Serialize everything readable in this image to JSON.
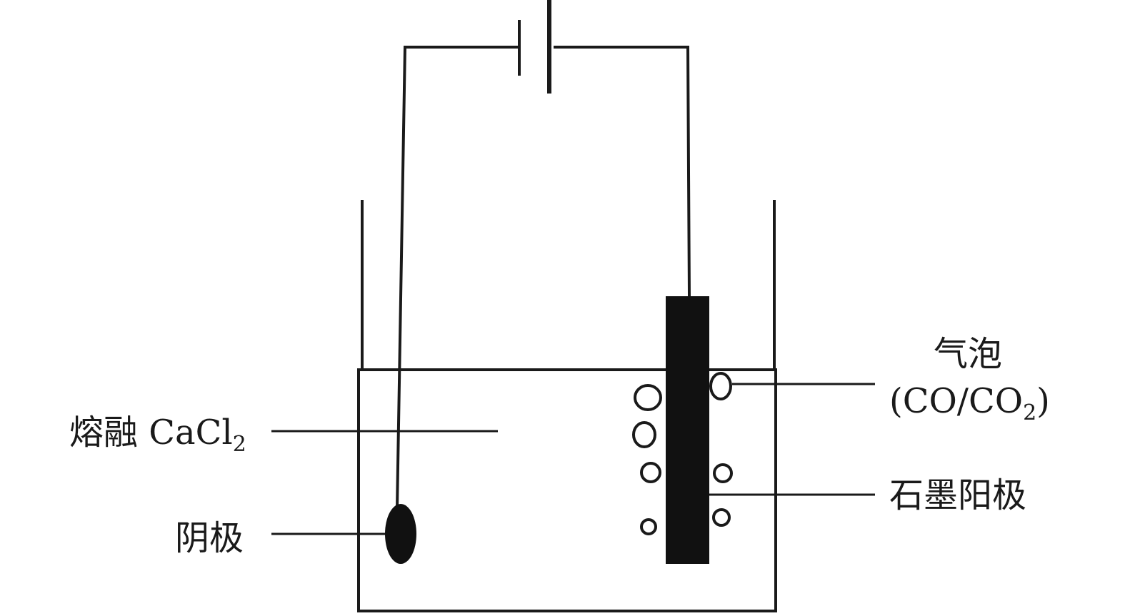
{
  "labels": {
    "electrolyte": "熔融 CaCl",
    "electrolyte_sub": "2",
    "cathode": "阴极",
    "bubbles": "气泡",
    "bubbles_gas_a": "(CO/CO",
    "bubbles_gas_sub": "2",
    "bubbles_gas_close": ")",
    "anode": "石墨阳极"
  },
  "colors": {
    "line": "#1a1a1a",
    "background": "#ffffff"
  }
}
